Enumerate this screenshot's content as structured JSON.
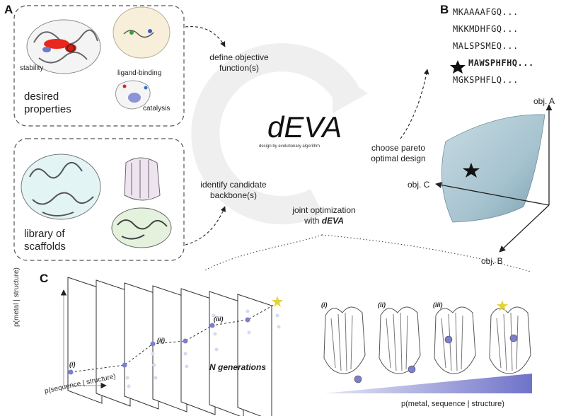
{
  "panels": {
    "a": "A",
    "b": "B",
    "c": "C"
  },
  "panel_a": {
    "props": {
      "stability": "stability",
      "ligand": "ligand-binding",
      "catalysis": "catalysis",
      "title_line1": "desired",
      "title_line2": "properties"
    },
    "scaffolds": {
      "title_line1": "library of",
      "title_line2": "scaffolds"
    },
    "steps": {
      "objective_1": "define objective",
      "objective_2": "function(s)",
      "backbone_1": "identify candidate",
      "backbone_2": "backbone(s)",
      "joint_1": "joint optimization",
      "joint_2": "with",
      "joint_brand": "dEVA",
      "pareto_1": "choose pareto",
      "pareto_2": "optimal design"
    },
    "center": {
      "title": "dEVA",
      "subtitle": "design by evolutionary algorithm"
    }
  },
  "panel_b": {
    "sequences": [
      "MKAAAAFGQ...",
      "MKKMDHFGQ...",
      "MALSPSMEQ...",
      "MAWSPHFHQ...",
      "MGKSPHFLQ..."
    ],
    "selected_index": 3,
    "axes": {
      "a": "obj. A",
      "b": "obj. B",
      "c": "obj. C"
    }
  },
  "panel_c": {
    "y_axis": "p(metal | structure)",
    "x_axis": "p(sequence | structure)",
    "stages": [
      "(i)",
      "(ii)",
      "(iii)"
    ],
    "generations": "N generations",
    "structure_labels": [
      "(i)",
      "(ii)",
      "(iii)"
    ],
    "gradient_label": "p(metal, sequence | structure)"
  },
  "colors": {
    "accent": "#7b7fd0",
    "surface": "#a9c6d3",
    "star_black": "#111111",
    "star_gold": "#e6d23a"
  }
}
